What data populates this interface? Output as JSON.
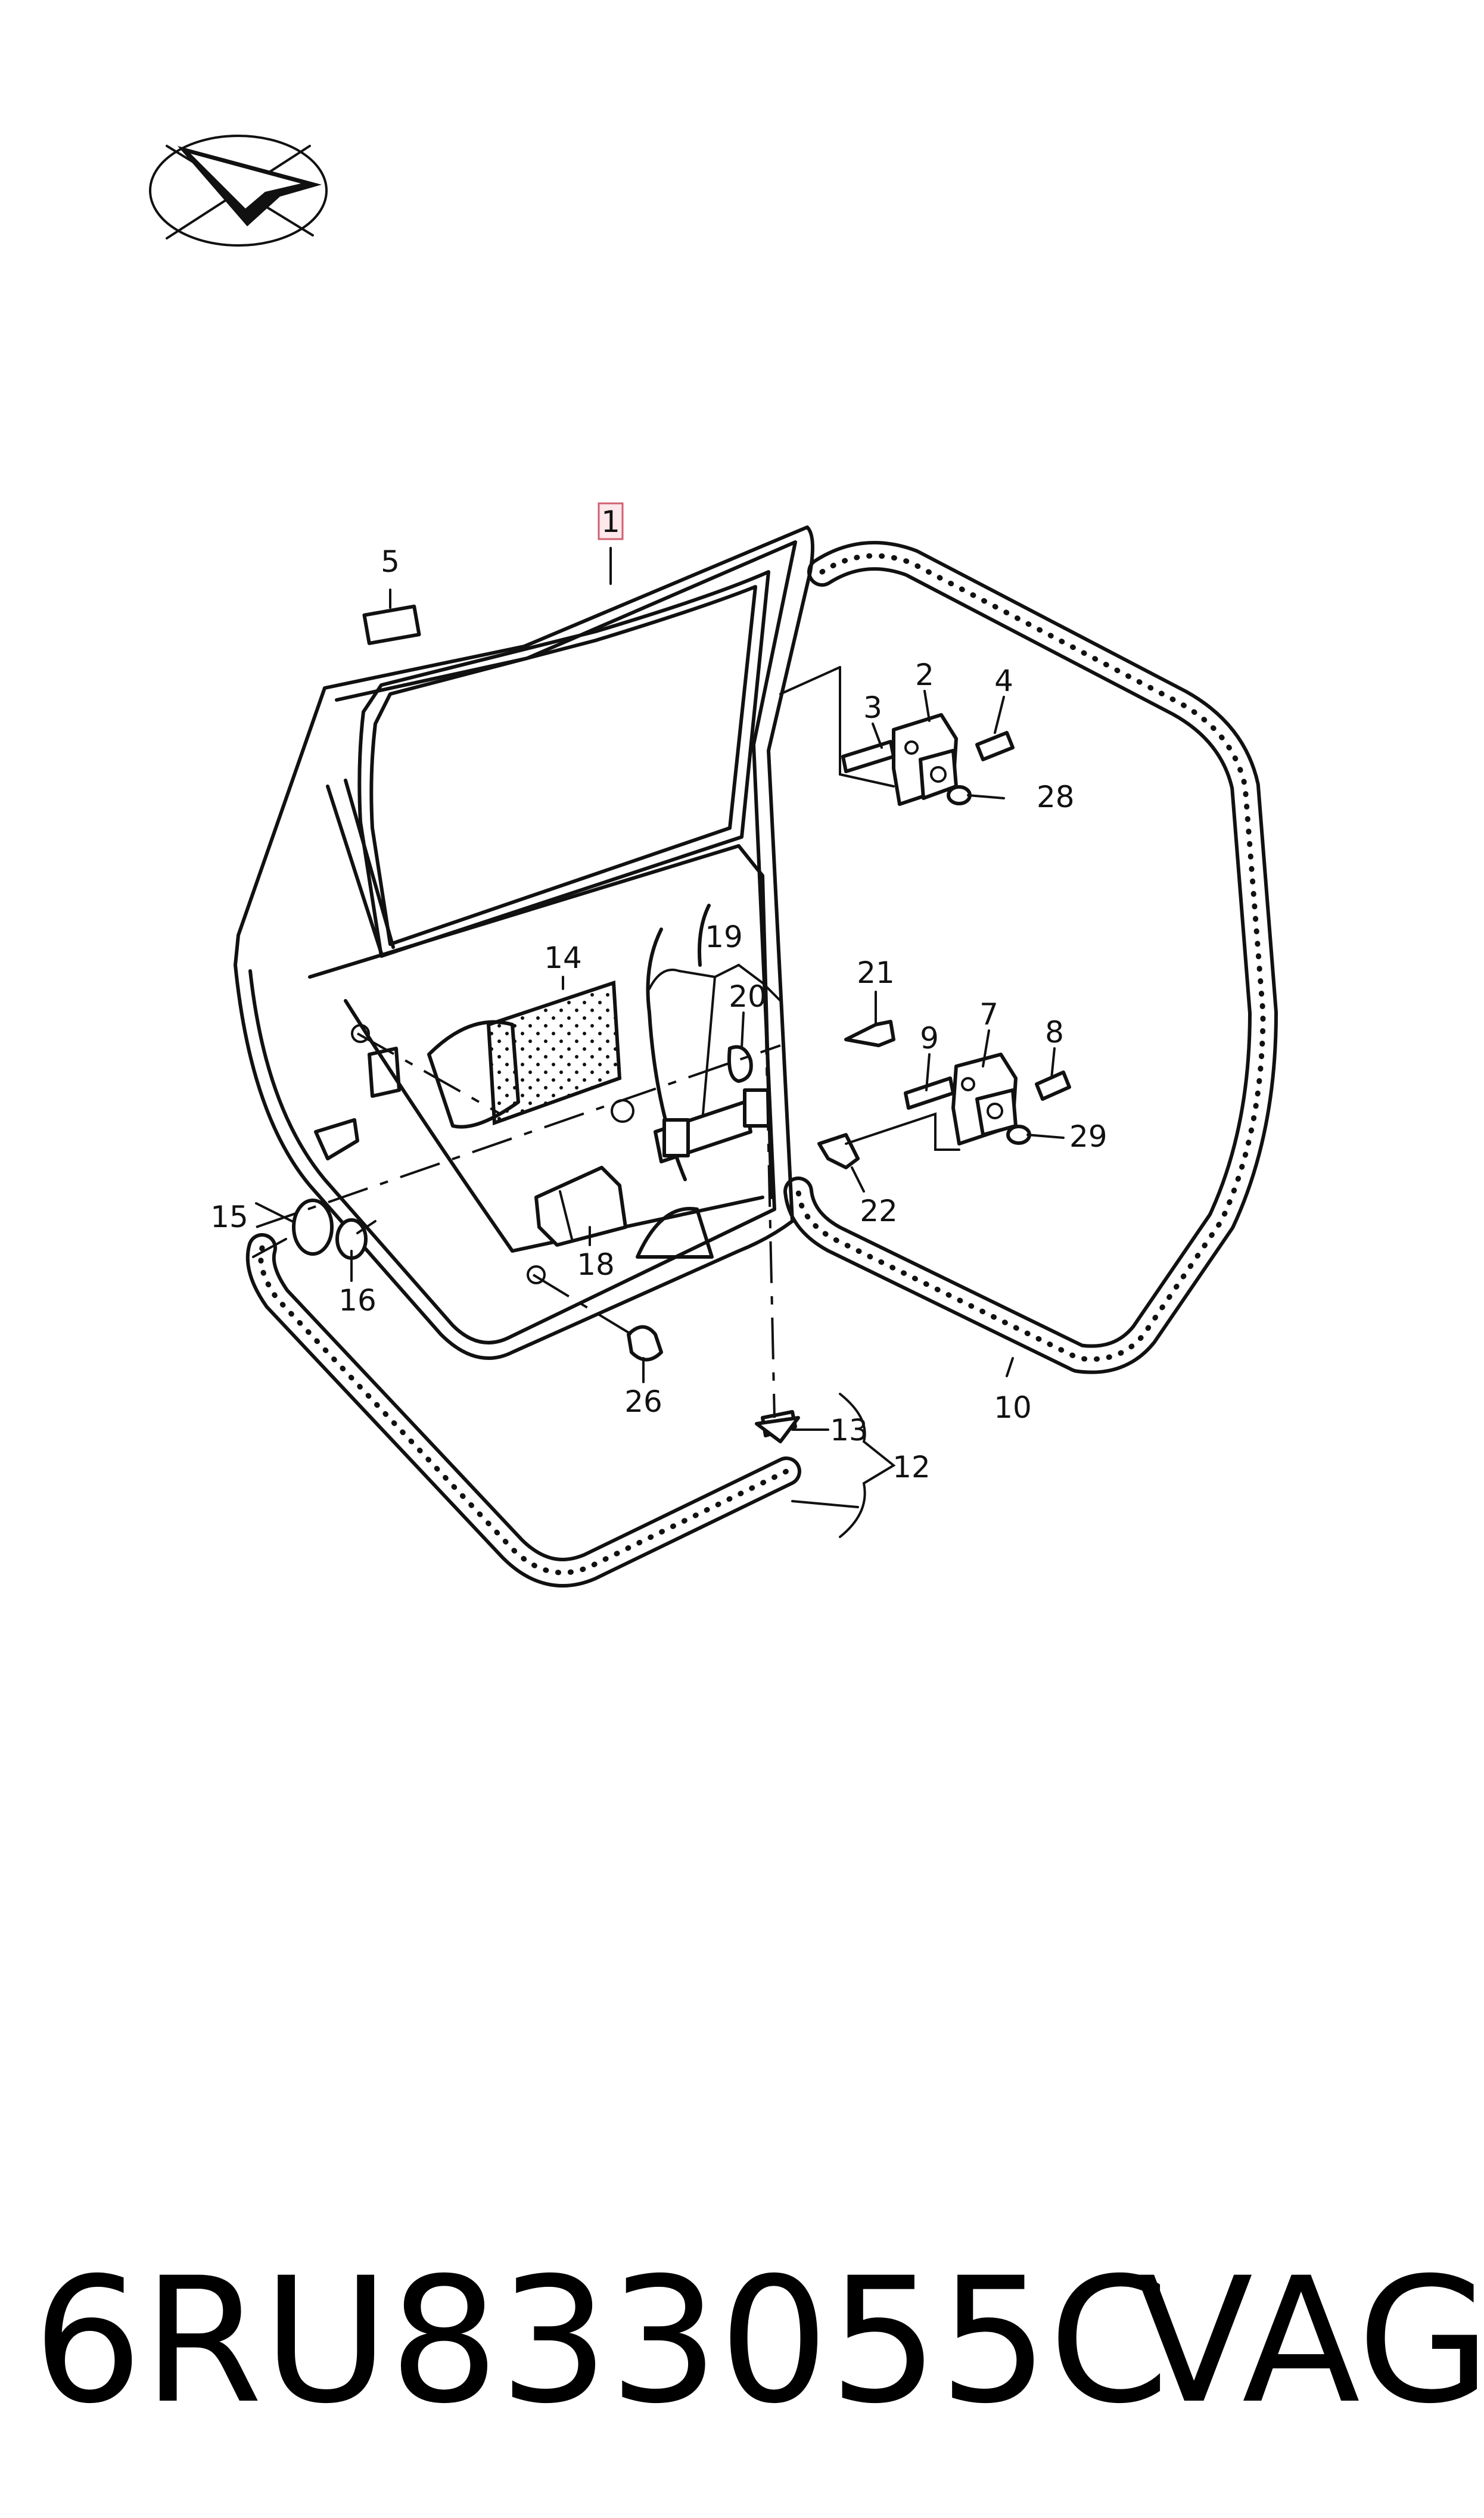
{
  "callouts": {
    "c1": "1",
    "c2": "2",
    "c3": "3",
    "c4": "4",
    "c5": "5",
    "c7": "7",
    "c8": "8",
    "c9": "9",
    "c10": "10",
    "c12": "12",
    "c13": "13",
    "c14": "14",
    "c15": "15",
    "c16": "16",
    "c18": "18",
    "c19": "19",
    "c20": "20",
    "c21": "21",
    "c22": "22",
    "c26": "26",
    "c28": "28",
    "c29": "29"
  },
  "footer": {
    "part_number": "6RU833055C",
    "brand": "VAG"
  }
}
